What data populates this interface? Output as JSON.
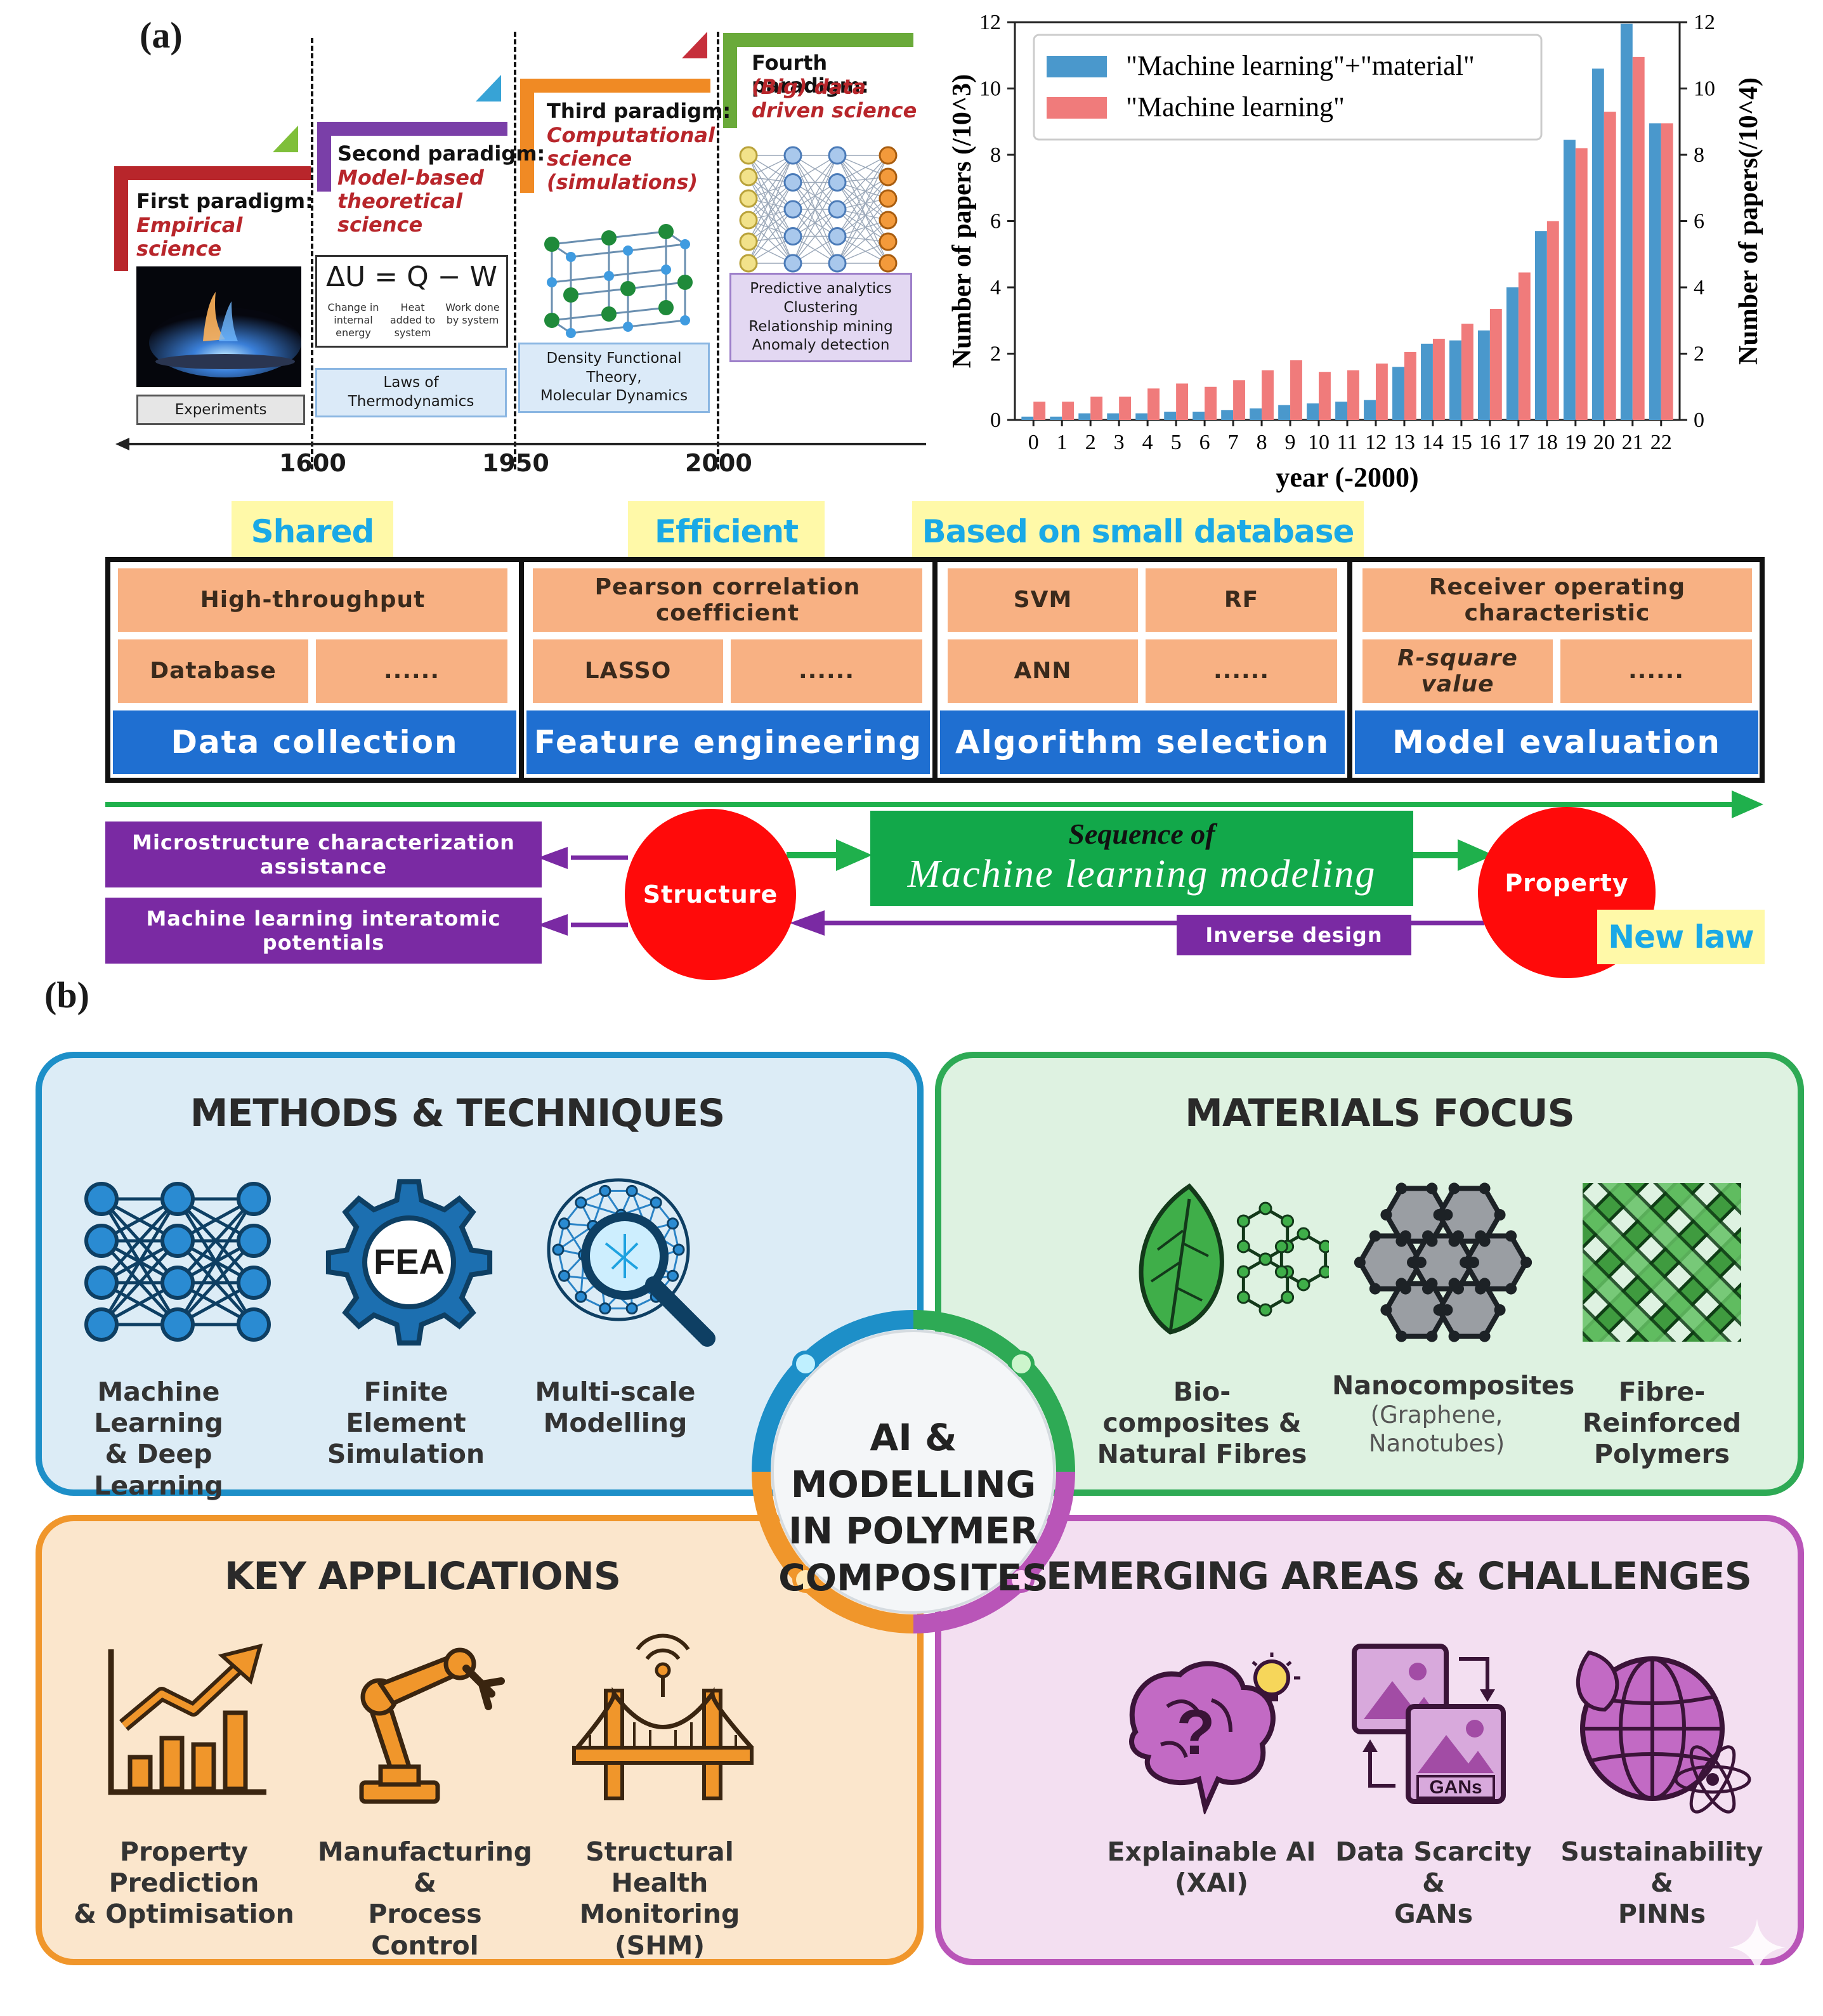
{
  "panel_a": {
    "label": "(a)",
    "paradigms": [
      {
        "title": "First paradigm:",
        "sub": "Empirical science",
        "box": "Experiments",
        "subs": [
          "Empirical",
          "science"
        ]
      },
      {
        "title": "Second paradigm:",
        "subs": [
          "Model-based",
          "theoretical",
          "science"
        ],
        "equation": "ΔU = Q − W",
        "eq_notes": [
          "Change in internal energy",
          "Heat added to system",
          "Work done by system"
        ],
        "box_lines": [
          "Laws of",
          "Thermodynamics"
        ]
      },
      {
        "title": "Third paradigm:",
        "subs": [
          "Computational",
          "science",
          "(simulations)"
        ],
        "box_lines": [
          "Density Functional",
          "Theory,",
          "Molecular Dynamics"
        ]
      },
      {
        "title": "Fourth paradigm:",
        "subs": [
          "(Big) data",
          "driven science"
        ],
        "box_lines": [
          "Predictive analytics",
          "Clustering",
          "Relationship mining",
          "Anomaly detection"
        ]
      }
    ],
    "years": [
      "1600",
      "1950",
      "2000"
    ],
    "colors": {
      "first": "#b8262b",
      "second": "#7a3fa8",
      "third": "#f08a24",
      "fourth": "#6aaa3a"
    }
  },
  "chart_data": {
    "type": "bar",
    "xlabel": "year (-2000)",
    "ylabel": "Number of papers (/10^3)",
    "ylabel_right": "Number of papers(/10^4)",
    "ylim": [
      0,
      12
    ],
    "yticks": [
      0,
      2,
      4,
      6,
      8,
      10,
      12
    ],
    "legend_position": "top-left",
    "categories": [
      "0",
      "1",
      "2",
      "3",
      "4",
      "5",
      "6",
      "7",
      "8",
      "9",
      "10",
      "11",
      "12",
      "13",
      "14",
      "15",
      "16",
      "17",
      "18",
      "19",
      "20",
      "21",
      "22"
    ],
    "series": [
      {
        "name": "\"Machine learning\"+\"material\"",
        "axis": "left",
        "color": "#4a98cc",
        "values": [
          0.1,
          0.1,
          0.2,
          0.2,
          0.2,
          0.25,
          0.25,
          0.3,
          0.35,
          0.45,
          0.5,
          0.55,
          0.6,
          1.6,
          2.3,
          2.4,
          2.7,
          4.0,
          5.7,
          8.45,
          10.6,
          11.95,
          8.95
        ]
      },
      {
        "name": "\"Machine learning\"",
        "axis": "right",
        "color": "#f07b7b",
        "values": [
          0.55,
          0.55,
          0.7,
          0.7,
          0.95,
          1.1,
          1.0,
          1.2,
          1.5,
          1.8,
          1.45,
          1.5,
          1.7,
          2.05,
          2.45,
          2.9,
          3.35,
          4.45,
          6.0,
          8.2,
          9.3,
          10.95,
          8.95
        ]
      }
    ]
  },
  "workflow": {
    "tags": [
      "Shared",
      "Efficient",
      "Based on small database",
      "New law"
    ],
    "columns": [
      {
        "header": "Data collection",
        "cells": [
          "High-throughput",
          "Database",
          "......"
        ]
      },
      {
        "header": "Feature engineering",
        "cells": [
          "Pearson correlation coefficient",
          "LASSO",
          "......"
        ]
      },
      {
        "header": "Algorithm selection",
        "cells": [
          "SVM",
          "RF",
          "ANN",
          "......"
        ]
      },
      {
        "header": "Model evaluation",
        "cells": [
          "Receiver operating characteristic",
          "R-square value",
          "......"
        ]
      }
    ],
    "left_boxes": [
      [
        "Microstructure characterization",
        "assistance"
      ],
      [
        "Machine learning interatomic",
        "potentials"
      ]
    ],
    "structure": "Structure",
    "property": "Property",
    "sequence_top": "Sequence of",
    "sequence_main": "Machine learning modeling",
    "inverse": "Inverse design"
  },
  "panel_b": {
    "label": "(b)",
    "center": [
      "AI &",
      "MODELLING",
      "IN POLYMER",
      "COMPOSITES"
    ],
    "quadrants": [
      {
        "title": "METHODS & TECHNIQUES",
        "color": "#1d8fc8",
        "bg": "#dcecf6",
        "items": [
          [
            "Machine Learning",
            "& Deep Learning"
          ],
          [
            "Finite Element",
            "Simulation"
          ],
          [
            "Multi-scale",
            "Modelling"
          ]
        ],
        "icons": [
          "neural-network-icon",
          "fea-gear-icon",
          "network-magnifier-icon"
        ],
        "gear_text": "FEA"
      },
      {
        "title": "MATERIALS FOCUS",
        "color": "#2eaa55",
        "bg": "#def2e1",
        "items": [
          [
            "Bio-composites &",
            "Natural Fibres"
          ],
          [
            "Nanocomposites",
            "(Graphene,",
            "Nanotubes)"
          ],
          [
            "Fibre-Reinforced",
            "Polymers"
          ]
        ],
        "icons": [
          "leaf-molecule-icon",
          "graphene-hexagon-icon",
          "woven-fibre-icon"
        ]
      },
      {
        "title": "KEY APPLICATIONS",
        "color": "#f0962b",
        "bg": "#fbe6cc",
        "items": [
          [
            "Property Prediction",
            "& Optimisation"
          ],
          [
            "Manufacturing &",
            "Process Control"
          ],
          [
            "Structural Health",
            "Monitoring (SHM)"
          ]
        ],
        "icons": [
          "bar-chart-trend-icon",
          "robot-arm-icon",
          "bridge-sensor-icon"
        ]
      },
      {
        "title": "EMERGING AREAS & CHALLENGES",
        "color": "#b955b8",
        "bg": "#f3dff1",
        "items": [
          [
            "Explainable AI",
            "(XAI)"
          ],
          [
            "Data Scarcity &",
            "GANs"
          ],
          [
            "Sustainability &",
            "PINNs"
          ]
        ],
        "icons": [
          "brain-question-icon",
          "gan-images-icon",
          "globe-atom-icon"
        ],
        "gan_text": "GANs"
      }
    ]
  }
}
